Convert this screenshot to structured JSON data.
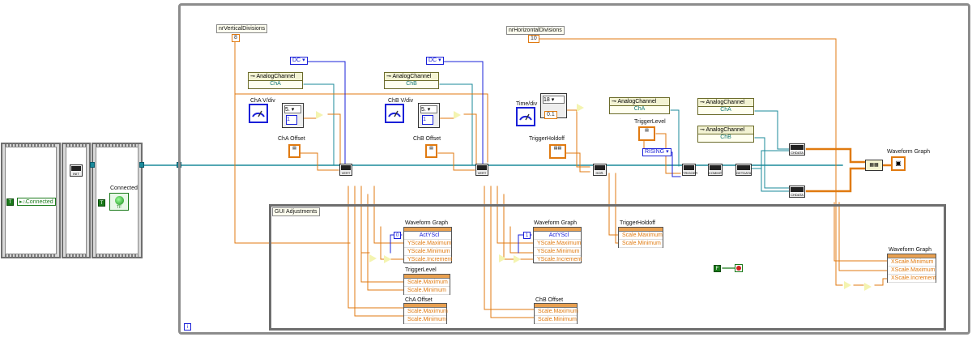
{
  "left": {
    "constant_true": "T",
    "connected_string": "Connected",
    "init_node": "INIT",
    "indicator_label": "Connected",
    "indicator_true": "T"
  },
  "vertical": {
    "label": "nrVerticalDivisions",
    "value": "8"
  },
  "horizontal": {
    "label": "nrHorizontalDivisions",
    "value": "10"
  },
  "chA": {
    "coupling": "DC",
    "channel_header": "AnalogChannel",
    "channel_value": "ChA",
    "vdiv_label": "ChA V/div",
    "vdiv_value": "5.",
    "offset_label": "ChA Offset",
    "vert_node": "VERT"
  },
  "chB": {
    "coupling": "DC",
    "channel_header": "AnalogChannel",
    "channel_value": "ChB",
    "vdiv_label": "ChB V/div",
    "vdiv_value": "5.",
    "offset_label": "ChB Offset",
    "vert_node": "VERT"
  },
  "time": {
    "label": "Time/div",
    "ring_value": "18",
    "const_value": "0.1",
    "hor_node": "HOR."
  },
  "trigger": {
    "holdoff_label": "TriggerHoldoff",
    "channel_header": "AnalogChannel",
    "channel_value": "ChA",
    "level_label": "TriggerLevel",
    "edge": "RISING",
    "trigger_node": "TRIGGER",
    "commit_node": "COMMIT",
    "getdata_node": "GETDATA",
    "chdata_node": "CHDATA"
  },
  "right_channels": [
    {
      "header": "AnalogChannel",
      "value": "ChA"
    },
    {
      "header": "AnalogChannel",
      "value": "ChB"
    }
  ],
  "waveform_graph_label": "Waveform Graph",
  "gui": {
    "title": "GUI Adjustments",
    "chA_graph": {
      "label": "Waveform Graph",
      "index": "0",
      "rows": [
        "ActYScl",
        "YScale.Maximum",
        "YScale.Minimum",
        "YScale.Increment"
      ]
    },
    "chB_graph": {
      "label": "Waveform Graph",
      "index": "1",
      "rows": [
        "ActYScl",
        "YScale.Maximum",
        "YScale.Minimum",
        "YScale.Increment"
      ]
    },
    "trigger_holdoff": {
      "label": "TriggerHoldoff",
      "rows": [
        "Scale.Maximum",
        "Scale.Minimum"
      ]
    },
    "trigger_level": {
      "label": "TriggerLevel",
      "rows": [
        "Scale.Maximum",
        "Scale.Minimum"
      ]
    },
    "cha_offset": {
      "label": "ChA Offset",
      "rows": [
        "Scale.Maximum",
        "Scale.Minimum"
      ]
    },
    "chb_offset": {
      "label": "ChB Offset",
      "rows": [
        "Scale.Maximum",
        "Scale.Minimum"
      ]
    },
    "x_graph": {
      "label": "Waveform Graph",
      "rows": [
        "XScale.Minimum",
        "XScale.Maximum",
        "XScale.Increment"
      ]
    },
    "bool_const": "F"
  },
  "loop_index": "i",
  "colors": {
    "wire_orange": "#e07a10",
    "wire_blue": "#1a20d8",
    "wire_teal": "#1a8a9a",
    "loop_border": "#8c8c8c",
    "bool_green": "#1a7a1a"
  }
}
